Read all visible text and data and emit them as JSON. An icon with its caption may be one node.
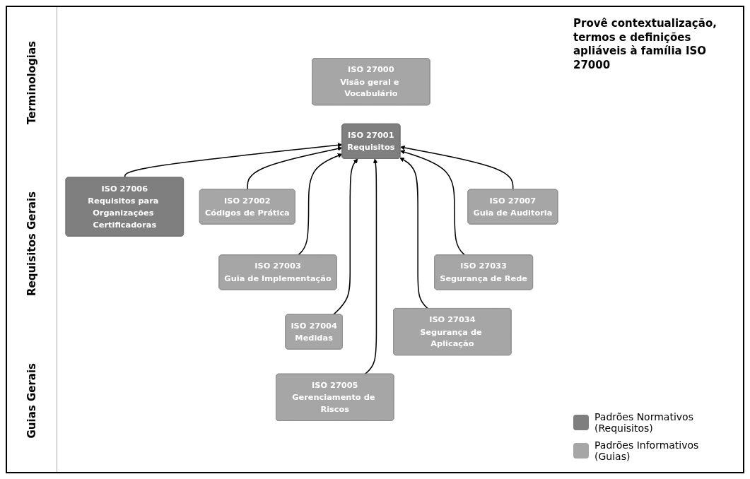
{
  "diagram": {
    "nodes": [
      {
        "text": [
          "ISO 27000",
          "Visão geral e Vocabulário"
        ]
      },
      {
        "text": [
          "ISO 27001",
          "Requisitos"
        ]
      },
      {
        "text": [
          "ISO 27006",
          "Requisitos para Organizações Certificadoras"
        ]
      },
      {
        "text": [
          "ISO 27002",
          "Códigos de Prática"
        ]
      },
      {
        "text": [
          "ISO 27003",
          "Guia de Implementação"
        ]
      },
      {
        "text": [
          "ISO 27004",
          "Medidas"
        ]
      },
      {
        "text": [
          "ISO 27005",
          "Gerenciamento de Riscos"
        ]
      },
      {
        "text": [
          "ISO 27007",
          "Guia de Auditoria"
        ]
      },
      {
        "text": [
          "ISO 27033",
          "Segurança de Rede"
        ]
      },
      {
        "text": [
          "ISO 27034",
          "Segurança de Aplicação"
        ]
      }
    ],
    "edges": [
      {
        "from": 2,
        "to": 1,
        "arrow": "to"
      },
      {
        "from": 3,
        "to": 1,
        "arrow": "to"
      },
      {
        "from": 4,
        "to": 1,
        "arrow": "to"
      },
      {
        "from": 5,
        "to": 1,
        "arrow": "to"
      },
      {
        "from": 6,
        "to": 1,
        "arrow": "to"
      },
      {
        "from": 9,
        "to": 1,
        "arrow": "to"
      },
      {
        "from": 8,
        "to": 1,
        "arrow": "to"
      },
      {
        "from": 7,
        "to": 1,
        "arrow": "to"
      }
    ],
    "labels": [
      "Terminologias",
      "Provê contextualização, termos e definições apliáveis à família ISO 27000",
      "Requisitos Gerais",
      "Guias Gerais"
    ],
    "legend": [
      {
        "text": "Padrões Normativos (Requisitos)",
        "color": "#7f7f7f"
      },
      {
        "text": "Padrões Informativos (Guias)",
        "color": "#a6a6a6"
      }
    ]
  }
}
